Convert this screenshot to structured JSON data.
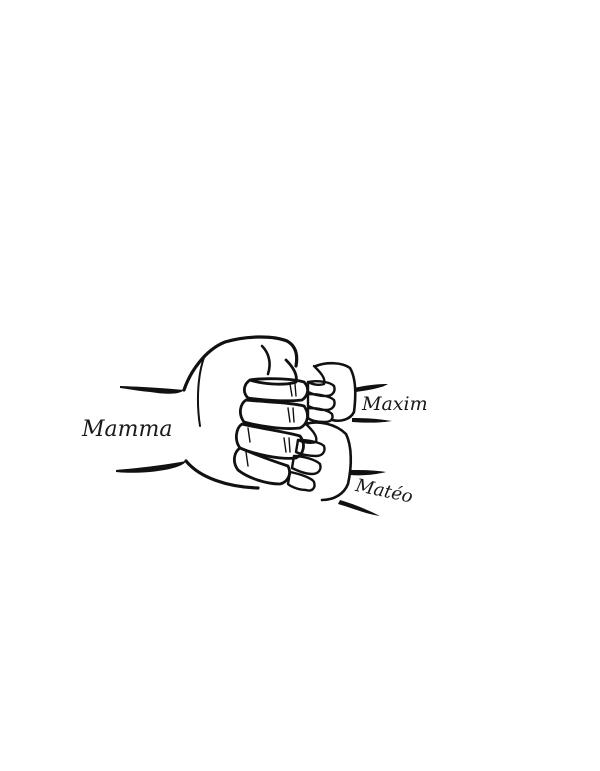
{
  "illustration": {
    "subject": "fist-bump-icon",
    "ink_color": "#111111",
    "background_color": "#ffffff",
    "labels": {
      "parent": "Mamma",
      "child_top": "Maxim",
      "child_bottom": "Matéo"
    }
  }
}
